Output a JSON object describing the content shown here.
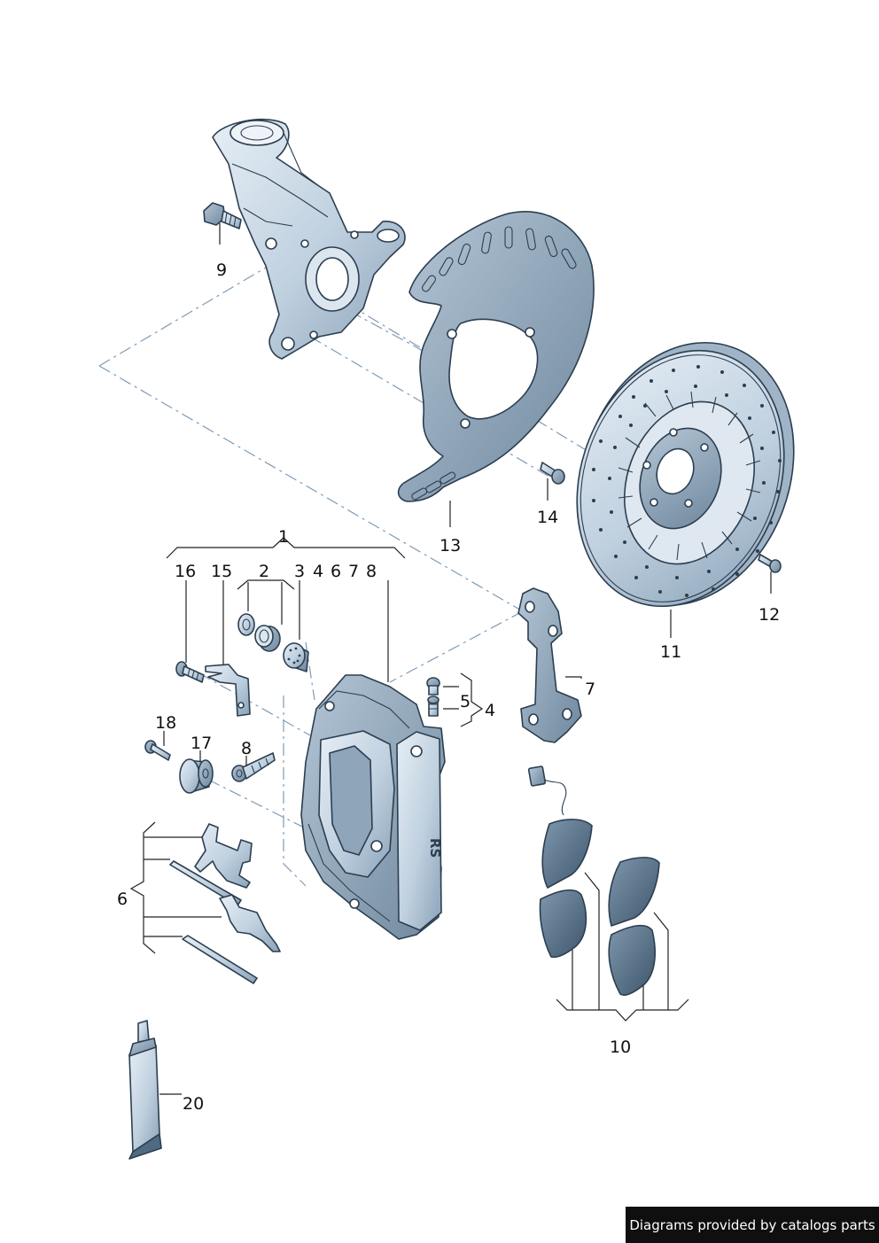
{
  "callouts": {
    "c1": "1",
    "c2": "2",
    "c3": "3",
    "c4a": "4",
    "c6a": "6",
    "c7a": "7",
    "c8a": "8",
    "c4": "4",
    "c5": "5",
    "c6": "6",
    "c7": "7",
    "c8": "8",
    "c9": "9",
    "c10": "10",
    "c11": "11",
    "c12": "12",
    "c13": "13",
    "c14": "14",
    "c15": "15",
    "c16": "16",
    "c17": "17",
    "c18": "18",
    "c20": "20"
  },
  "caliper_badge": "RS",
  "credit": "Diagrams provided by catalogs parts",
  "colors": {
    "part_fill": "#cdd9e4",
    "part_dark": "#7d93a8",
    "outline": "#2c3e50",
    "pad_dark": "#4f6b82",
    "axis": "#7f9bb5",
    "credit_bg": "#0f0f0f"
  }
}
